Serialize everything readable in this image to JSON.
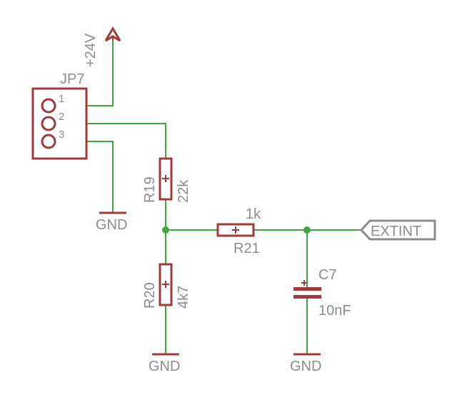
{
  "connector": {
    "name": "JP7",
    "pins": [
      "1",
      "2",
      "3"
    ]
  },
  "supply": {
    "label": "+24V"
  },
  "resistors": {
    "r19": {
      "name": "R19",
      "value": "22k"
    },
    "r20": {
      "name": "R20",
      "value": "4k7"
    },
    "r21": {
      "name": "R21",
      "value": "1k"
    }
  },
  "capacitor": {
    "name": "C7",
    "value": "10nF"
  },
  "port": {
    "label": "EXTINT"
  },
  "grounds": {
    "jp7": "GND",
    "r20": "GND",
    "c7": "GND"
  },
  "colors": {
    "wire": "#40a640",
    "component": "#a03a3a",
    "text": "#8c8c8c",
    "background": "#ffffff"
  }
}
